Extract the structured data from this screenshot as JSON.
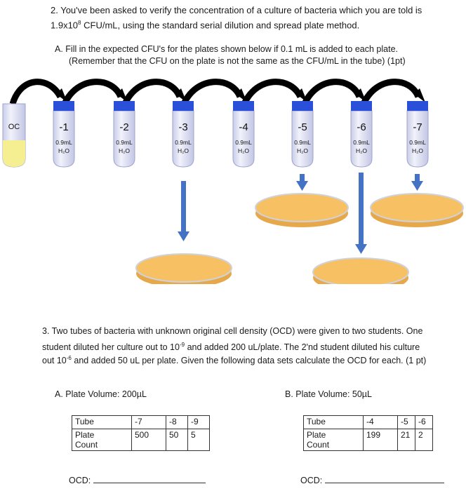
{
  "q2": {
    "line1": "2. You've been asked to verify the concentration of a culture of bacteria which you are told is",
    "line2_pre": "1.9x10",
    "line2_sup": "8",
    "line2_post": " CFU/mL, using the standard serial dilution and spread plate method.",
    "partA_line1": "A.   Fill in the expected CFU's for the plates shown below if 0.1 mL is added to each plate.",
    "partA_line2": "(Remember that the CFU on the plate is not the same as the CFU/mL in the tube) (1pt)"
  },
  "diagram": {
    "oc_label": "OC",
    "tubes": [
      {
        "label": "-1",
        "vol": "0.9mL",
        "solvent": "H₂O"
      },
      {
        "label": "-2",
        "vol": "0.9mL",
        "solvent": "H₂O"
      },
      {
        "label": "-3",
        "vol": "0.9mL",
        "solvent": "H₂O"
      },
      {
        "label": "-4",
        "vol": "0.9mL",
        "solvent": "H₂O"
      },
      {
        "label": "-5",
        "vol": "0.9mL",
        "solvent": "H₂O"
      },
      {
        "label": "-6",
        "vol": "0.9mL",
        "solvent": "H₂O"
      },
      {
        "label": "-7",
        "vol": "0.9mL",
        "solvent": "H₂O"
      }
    ],
    "colors": {
      "cap": "#2a4fd8",
      "tube": "#e4e6f6",
      "culture": "#f6ef92",
      "plate": "#f7c063",
      "arrow": "#000000",
      "plate_arrow": "#4472c4"
    }
  },
  "q3": {
    "line1_pre": "3.  Two tubes of bacteria with unknown original cell density (OCD) were given to two students.  One",
    "line2_pre": "student diluted her culture out to 10",
    "line2_sup": "-9",
    "line2_post": " and added 200 uL/plate.  The 2'nd student diluted his culture",
    "line3_pre": "out 10",
    "line3_sup": "-6",
    "line3_post": " and added 50 uL per plate.  Given the following data sets calculate the OCD for each.  (1 pt)"
  },
  "tableA": {
    "heading": "A.   Plate Volume: 200µL",
    "row_label1": "Tube",
    "row_label2": "Plate",
    "row_label3": "Count",
    "tubes": [
      "-7",
      "-8",
      "-9"
    ],
    "counts": [
      "500",
      "50",
      "5"
    ],
    "ocd_label": "OCD:"
  },
  "tableB": {
    "heading": "B.   Plate Volume: 50µL",
    "row_label1": "Tube",
    "row_label2": "Plate",
    "row_label3": "Count",
    "tubes": [
      "-4",
      "-5",
      "-6"
    ],
    "counts": [
      "199",
      "21",
      "2"
    ],
    "ocd_label": "OCD:"
  }
}
